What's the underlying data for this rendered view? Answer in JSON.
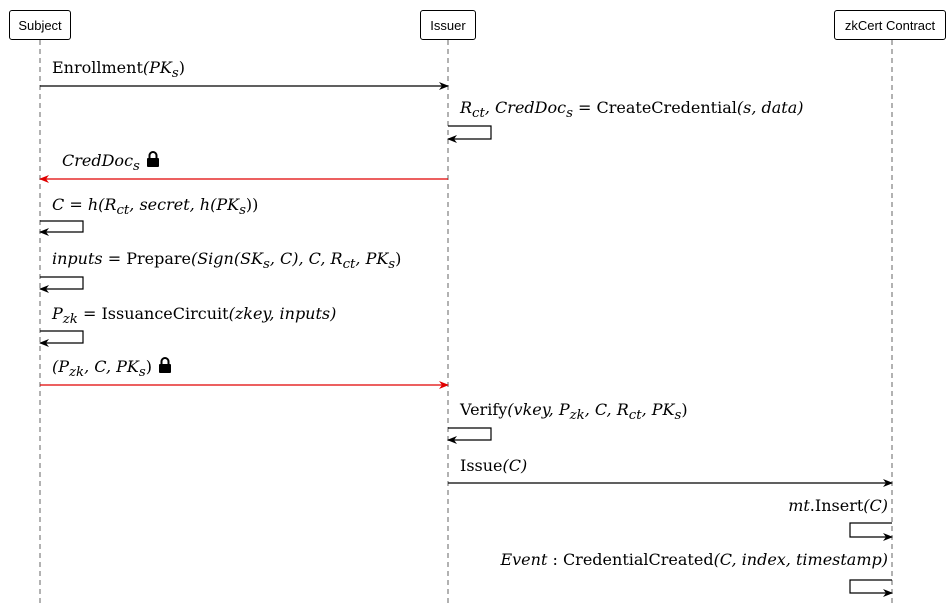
{
  "actors": {
    "subject": "Subject",
    "issuer": "Issuer",
    "contract": "zkCert Contract"
  },
  "colors": {
    "line": "#000000",
    "encrypted": "#e00000",
    "lifeline": "#888888"
  },
  "messages": {
    "m1": {
      "fn": "Enrollment",
      "args": "(PK",
      "sub": "s",
      "close": ")"
    },
    "m2": {
      "lhs1": "R",
      "lhs1sub": "ct",
      "lhs2": ", CredDoc",
      "lhs2sub": "s",
      "eq": " = ",
      "fn": "CreateCredential",
      "args": "(s, data)"
    },
    "m3": {
      "text": "CredDoc",
      "sub": "s",
      "icon": "lock-icon"
    },
    "m4": {
      "lhs": "C",
      "eq": " = ",
      "fn": "h",
      "a1": "(R",
      "a1sub": "ct",
      "a2": ", secret, h(PK",
      "a2sub": "s",
      "close": "))"
    },
    "m5": {
      "lhs": "inputs",
      "eq": " = ",
      "fn": "Prepare",
      "a1": "(Sign(SK",
      "a1sub": "s",
      "a2": ", C), C, R",
      "a2sub": "ct",
      "a3": ", PK",
      "a3sub": "s",
      "close": ")"
    },
    "m6": {
      "lhs": "P",
      "lhssub": "zk",
      "eq": " = ",
      "fn": "IssuanceCircuit",
      "args": "(zkey, inputs)"
    },
    "m7": {
      "a1": "(P",
      "a1sub": "zk",
      "a2": ", C, PK",
      "a2sub": "s",
      "close": ")",
      "icon": "lock-icon"
    },
    "m8": {
      "fn": "Verify",
      "a1": "(vkey, P",
      "a1sub": "zk",
      "a2": ", C, R",
      "a2sub": "ct",
      "a3": ", PK",
      "a3sub": "s",
      "close": ")"
    },
    "m9": {
      "fn": "Issue",
      "args": "(C)"
    },
    "m10": {
      "obj": "mt",
      "fn": ".Insert",
      "args": "(C)"
    },
    "m11": {
      "lhs": "Event",
      "sep": " : ",
      "fn": "CredentialCreated",
      "args": "(C, index, timestamp)"
    }
  }
}
